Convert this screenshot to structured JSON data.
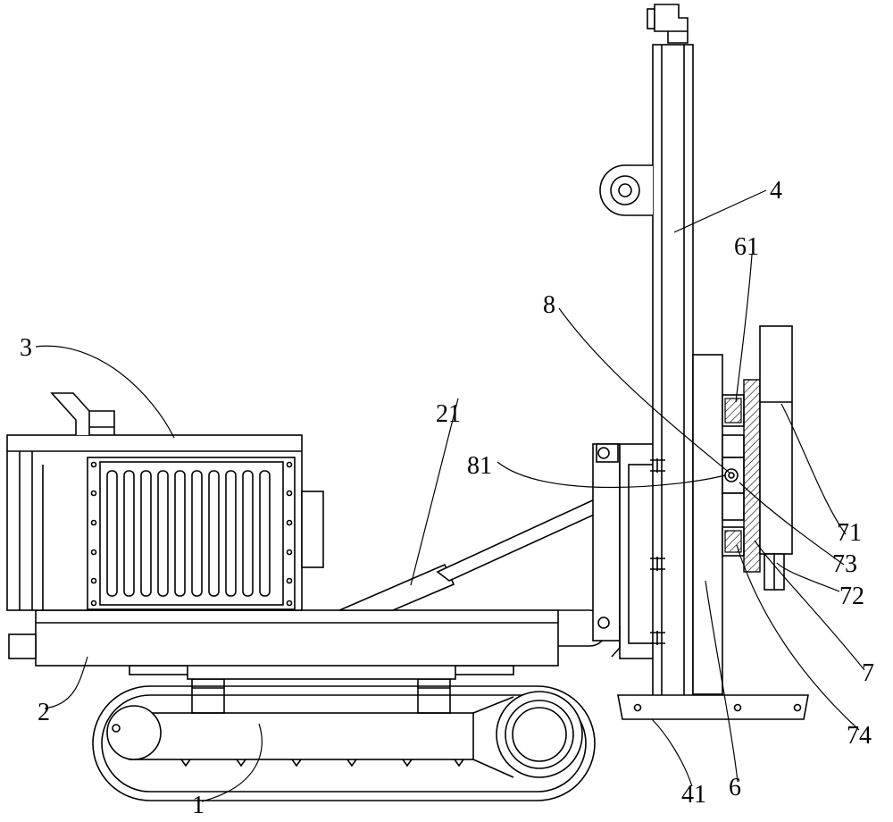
{
  "labels": {
    "l1": "1",
    "l2": "2",
    "l3": "3",
    "l4": "4",
    "l6": "6",
    "l7": "7",
    "l8": "8",
    "l21": "21",
    "l41": "41",
    "l61": "61",
    "l71": "71",
    "l72": "72",
    "l73": "73",
    "l74": "74",
    "l81": "81"
  }
}
